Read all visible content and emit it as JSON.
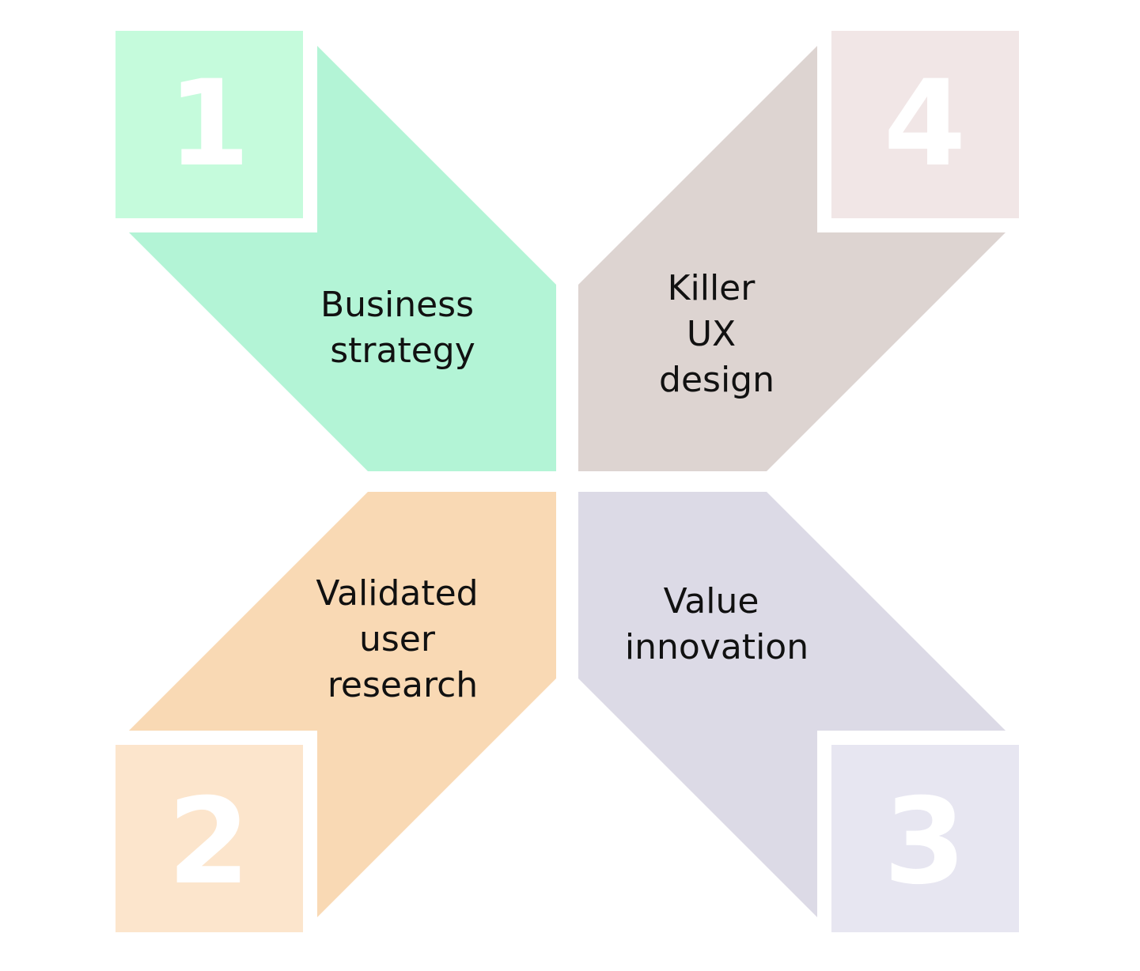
{
  "steps": [
    {
      "number": "1",
      "label_lines": [
        "Business",
        "strategy"
      ],
      "arrow_color": "#b3f4d6",
      "box_color": "#c5fbdc"
    },
    {
      "number": "2",
      "label_lines": [
        "Validated",
        "user",
        "research"
      ],
      "arrow_color": "#f9d9b4",
      "box_color": "#fce5cc"
    },
    {
      "number": "3",
      "label_lines": [
        "Value",
        "innovation"
      ],
      "arrow_color": "#dcdae6",
      "box_color": "#e7e6f1"
    },
    {
      "number": "4",
      "label_lines": [
        "Killer",
        "UX",
        "design"
      ],
      "arrow_color": "#ddd4d1",
      "box_color": "#f1e6e6"
    }
  ]
}
